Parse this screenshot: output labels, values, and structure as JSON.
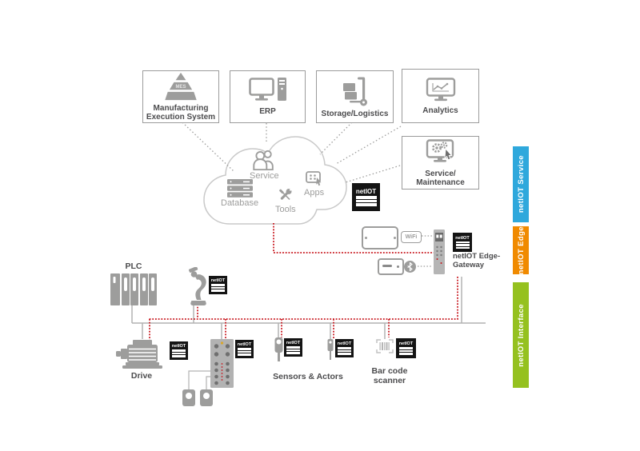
{
  "badge_label": "netIOT",
  "top_boxes": {
    "mes": {
      "icon_text": "MES",
      "line1": "Manufacturing",
      "line2": "Execution System"
    },
    "erp": {
      "label": "ERP"
    },
    "storage": {
      "label": "Storage/Logistics"
    },
    "analytics": {
      "label": "Analytics"
    },
    "service_maintenance": {
      "line1": "Service/",
      "line2": "Maintenance"
    }
  },
  "cloud": {
    "service": "Service",
    "database": "Database",
    "tools": "Tools",
    "apps": "Apps"
  },
  "sidebars": [
    {
      "id": "service",
      "label": "netIOT Service",
      "color": "#2FA8DC"
    },
    {
      "id": "edge",
      "label": "netIOT Edge",
      "color": "#F08A00"
    },
    {
      "id": "interface",
      "label": "netIOT Interface",
      "color": "#95C11F"
    }
  ],
  "edge_zone": {
    "wifi_badge": "WiFi",
    "gateway_line1": "netIOT Edge-",
    "gateway_line2": "Gateway"
  },
  "field_zone": {
    "plc_label": "PLC",
    "drive_label": "Drive",
    "sensors_label": "Sensors & Actors",
    "barcode_line1": "Bar code",
    "barcode_line2": "scanner"
  },
  "icons": {
    "mes-pyramid-icon": "layered-pyramid",
    "erp-computer-icon": "desktop-with-tower",
    "hand-truck-icon": "dolly-with-boxes",
    "analytics-monitor-icon": "monitor-line-chart",
    "service-maintenance-monitor-icon": "monitor-gears-cursor",
    "users-icon": "two-people",
    "server-icon": "server-stack",
    "tools-icon": "wrench-and-screwdriver",
    "apps-icon": "app-window-pointer",
    "wifi-badge-icon": "wifi-pill",
    "bluetooth-icon": "bluetooth-rune",
    "tablet-icon": "tablet-landscape",
    "mobile-device-icon": "handheld-device",
    "gateway-device-icon": "din-rail-gateway",
    "plc-icon": "plc-rack",
    "robot-icon": "robot-arm",
    "motor-icon": "electric-motor",
    "switch-icon": "io-module-with-ports",
    "sensor-icon": "proximity-sensor",
    "barcode-icon": "barcode-frame"
  },
  "colors": {
    "connection_red": "#C8161D",
    "line_gray": "#B2B2B2",
    "dotted_gray": "#9D9D9C",
    "device_gray": "#9D9D9C",
    "text_dark": "#4B4B4D",
    "badge_black": "#141414",
    "service_blue": "#2FA8DC",
    "edge_orange": "#F08A00",
    "interface_green": "#95C11F"
  }
}
